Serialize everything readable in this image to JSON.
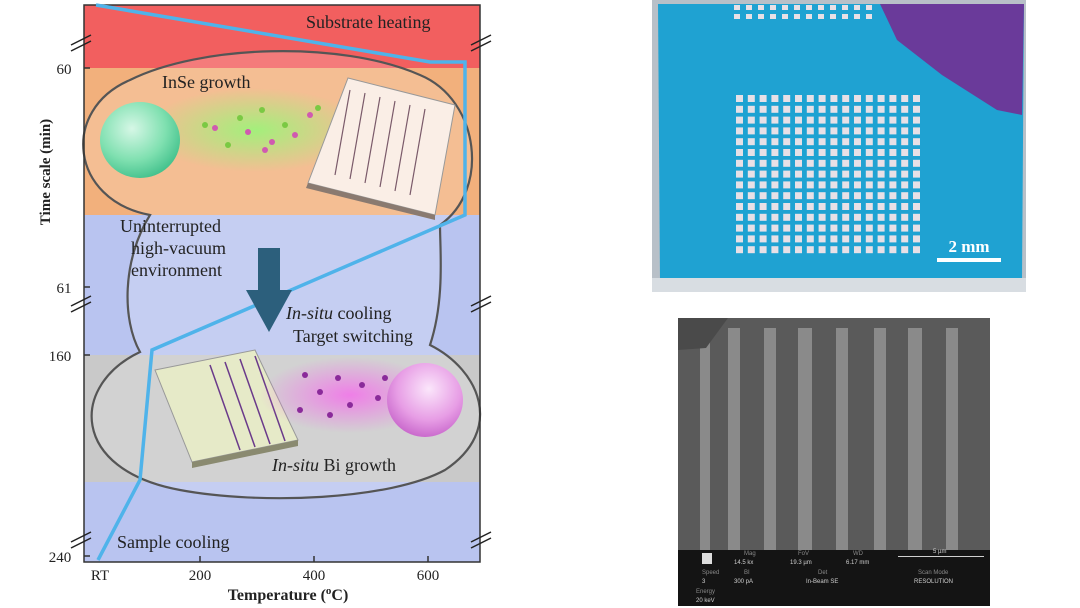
{
  "diagram": {
    "y_axis_label": "Time scale (min)",
    "y_ticks": [
      "60",
      "61",
      "160",
      "240"
    ],
    "x_axis_label_main": "Temperature (",
    "x_axis_label_sup": "o",
    "x_axis_label_end": "C)",
    "x_ticks": [
      "RT",
      "200",
      "400",
      "600"
    ],
    "bands": {
      "substrate_heating": "Substrate heating",
      "inse_growth": "InSe growth",
      "vacuum_line1": "Uninterrupted",
      "vacuum_line2": "high-vacuum",
      "vacuum_line3": "environment",
      "cooling_italic": "In-situ",
      "cooling_rest": " cooling",
      "target_switching": "Target switching",
      "bi_italic": "In-situ",
      "bi_rest": " Bi growth",
      "sample_cooling": "Sample cooling"
    },
    "colors": {
      "heating": "#f25f5f",
      "growth": "#f2b07c",
      "vacuum": "#b9c4f0",
      "bi_band": "#c9c9c9",
      "profile_line": "#4fb3ea",
      "arrow": "#2c5f7c"
    }
  },
  "photo": {
    "scale_label": "2 mm",
    "colors": {
      "substrate": "#1fa2d2",
      "purple": "#6a3a9a",
      "pads": "#e8e0e6"
    }
  },
  "sem": {
    "info": {
      "mag_label": "Mag",
      "mag_value": "14.5 kx",
      "fov_label": "FoV",
      "fov_value": "19.3 µm",
      "wd_label": "WD",
      "wd_value": "6.17 mm",
      "scalebar_label": "5 µm",
      "speed_label": "Speed",
      "speed_value": "3",
      "bi_label": "BI",
      "bi_value": "300 pA",
      "det_label": "Det",
      "det_value": "In-Beam SE",
      "mode_label": "Scan Mode",
      "mode_value": "RESOLUTION",
      "energy_label": "Energy",
      "energy_value": "20 keV"
    }
  }
}
